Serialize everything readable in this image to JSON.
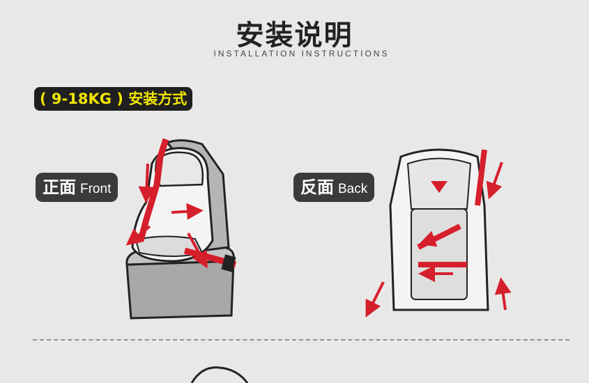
{
  "header": {
    "title": "安装说明",
    "subtitle": "INSTALLATION INSTRUCTIONS"
  },
  "section": {
    "label": "( 9-18KG ) 安装方式"
  },
  "views": {
    "front": {
      "cn": "正面",
      "en": "Front"
    },
    "back": {
      "cn": "反面",
      "en": "Back"
    }
  },
  "colors": {
    "background": "#e9e8e8",
    "badge_bg": "#1f1f1f",
    "badge_text": "#f2e600",
    "view_badge_bg": "#3b3b3b",
    "arrow_red": "#d61f2c"
  }
}
